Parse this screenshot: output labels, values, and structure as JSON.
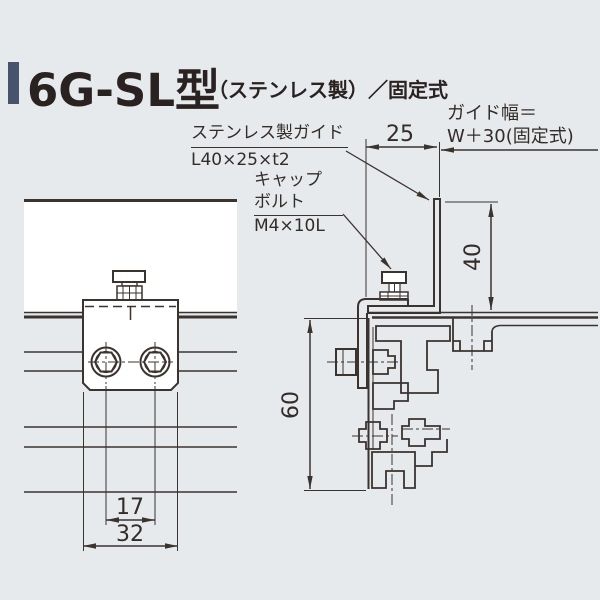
{
  "title": {
    "model": "6G-SL型",
    "suffix": "（ステンレス製）／固定式"
  },
  "labels": {
    "stainless_guide": {
      "line1": "ステンレス製ガイド",
      "line2": "L40×25×t2"
    },
    "cap_bolt": {
      "line1": "キャップ",
      "line2": "ボルト",
      "line3": "M4×10L"
    },
    "guide_width": {
      "line1": "ガイド幅＝",
      "line2": "W＋30(固定式)"
    }
  },
  "dimensions": {
    "guide_leg": "25",
    "guide_height": "40",
    "frame_height": "60",
    "hole_pitch": "17",
    "bracket_width": "32"
  },
  "colors": {
    "background": "#e6eaed",
    "line": "#3b332e",
    "title": "#292220",
    "accent_bar": "#47536c",
    "plate_fill": "#ffffff"
  }
}
